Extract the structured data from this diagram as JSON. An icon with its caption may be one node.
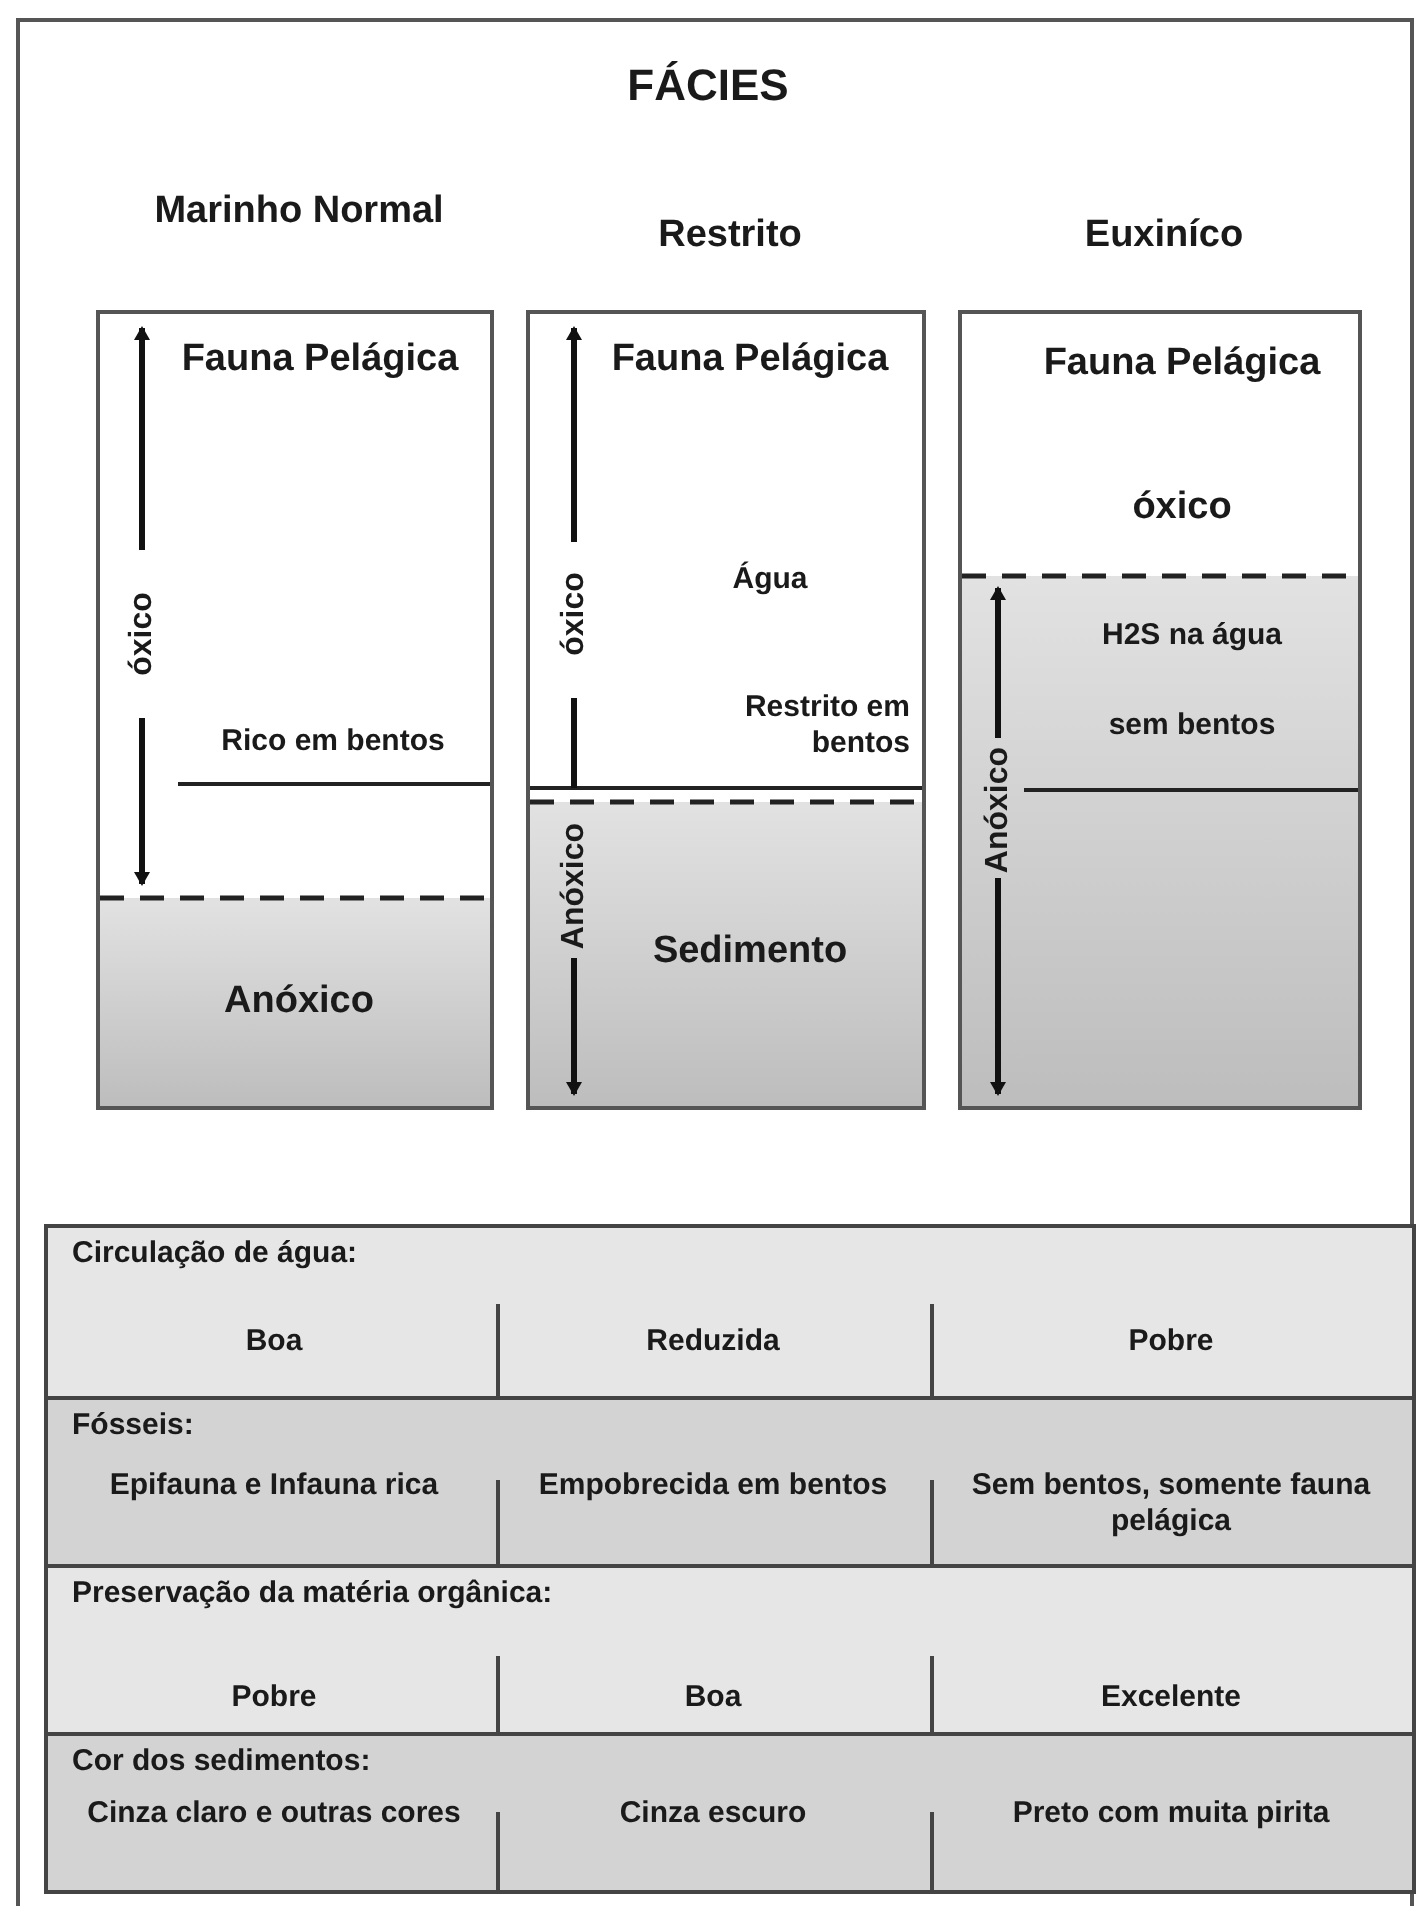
{
  "diagram": {
    "title": "FÁCIES",
    "nodes": [
      {
        "text": [
          "Marinho Normal",
          "Fauna Pelágica",
          "óxico",
          "Rico em bentos",
          "Anóxico"
        ]
      },
      {
        "text": [
          "Restrito",
          "Fauna Pelágica",
          "Água",
          "óxico",
          "Restrito em bentos",
          "Anóxico",
          "Sedimento"
        ]
      },
      {
        "text": [
          "Euxiníco",
          "Fauna Pelágica",
          "óxico",
          "H2S na água",
          "sem bentos",
          "Anóxico"
        ]
      }
    ],
    "labels": [
      "Circulação de água:",
      "Boa",
      "Reduzida",
      "Pobre",
      "Fósseis:",
      "Epifauna e Infauna rica",
      "Empobrecida em bentos",
      "Sem bentos, somente fauna pelágica",
      "Preservação da matéria orgânica:",
      "Pobre",
      "Boa",
      "Excelente",
      "Cor dos sedimentos:",
      "Cinza claro e outras cores",
      "Cinza escuro",
      "Preto com muita pirita"
    ]
  }
}
